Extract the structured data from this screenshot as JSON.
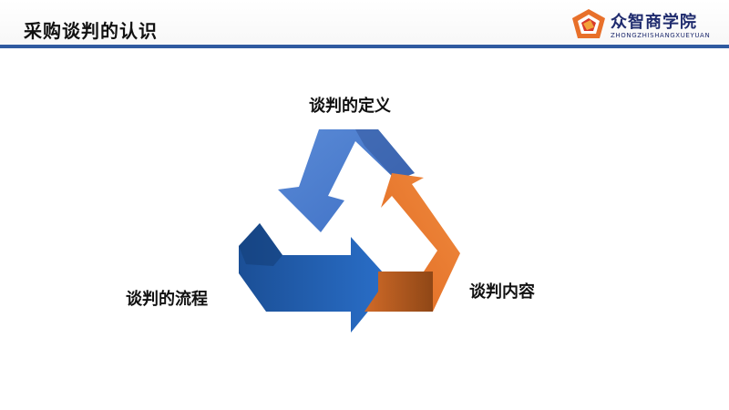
{
  "header": {
    "title": "采购谈判的认识"
  },
  "logo": {
    "name": "众智商学院",
    "subtitle": "ZHONGZHISHANGXUEYUAN"
  },
  "diagram": {
    "labels": {
      "top": "谈判的定义",
      "left": "谈判的流程",
      "right": "谈判内容"
    }
  },
  "colors": {
    "accent_line": "#2f5aa0",
    "blue_dark": "#1f5fa8",
    "blue_light": "#4a7bcf",
    "orange": "#ef7d32",
    "orange_dark": "#b85c1d"
  }
}
